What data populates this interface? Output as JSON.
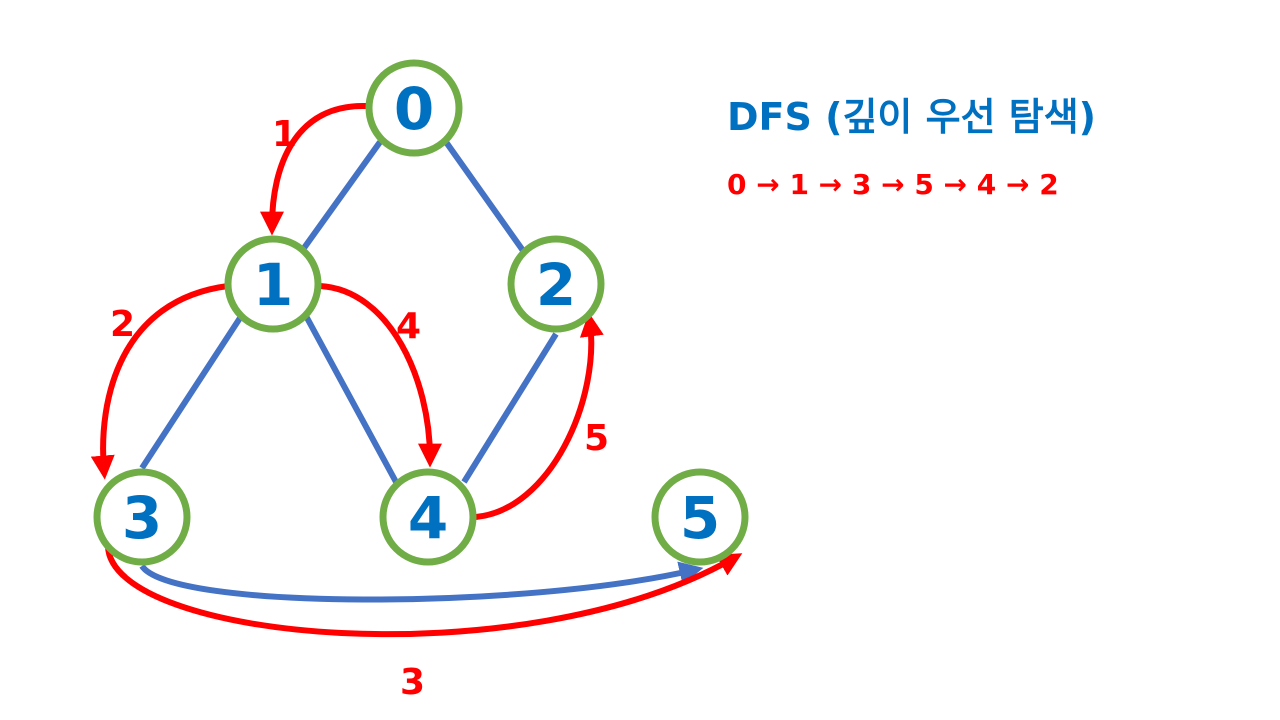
{
  "title": "DFS (깊이 우선 탐색)",
  "order": "0 → 1 → 3 → 5 → 4 → 2",
  "colors": {
    "node_border": "#70ad47",
    "node_text": "#0070c0",
    "edge": "#4472c4",
    "traversal": "#ff0000"
  },
  "nodes": [
    "0",
    "1",
    "2",
    "3",
    "4",
    "5"
  ],
  "edges": [
    [
      "0",
      "1"
    ],
    [
      "0",
      "2"
    ],
    [
      "1",
      "3"
    ],
    [
      "1",
      "4"
    ],
    [
      "2",
      "4"
    ],
    [
      "3",
      "5"
    ]
  ],
  "traversal_steps": [
    {
      "label": "1",
      "from": "0",
      "to": "1"
    },
    {
      "label": "2",
      "from": "1",
      "to": "3"
    },
    {
      "label": "3",
      "from": "3",
      "to": "5"
    },
    {
      "label": "4",
      "from": "1",
      "to": "4"
    },
    {
      "label": "5",
      "from": "4",
      "to": "2"
    }
  ]
}
